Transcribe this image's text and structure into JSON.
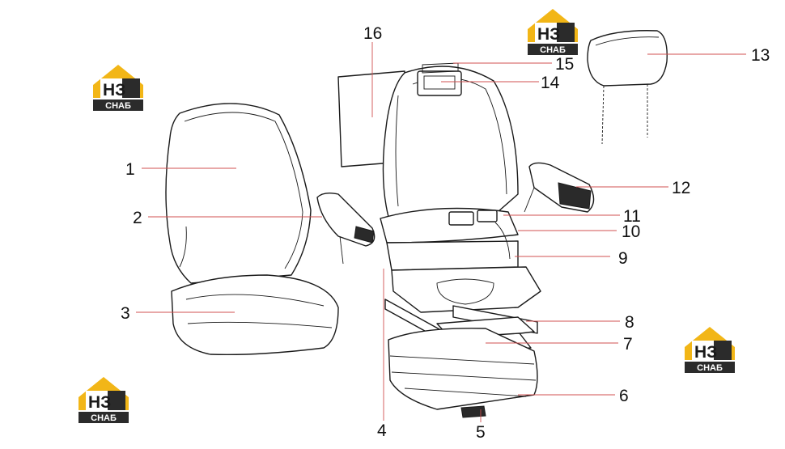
{
  "logos": [
    {
      "mark": "НЗ",
      "label": "СНАБ"
    },
    {
      "mark": "НЗ",
      "label": "СНАБ"
    },
    {
      "mark": "НЗ",
      "label": "СНАБ"
    },
    {
      "mark": "НЗ",
      "label": "СНАБ"
    }
  ],
  "callouts": [
    "1",
    "2",
    "3",
    "4",
    "5",
    "6",
    "7",
    "8",
    "9",
    "10",
    "11",
    "12",
    "13",
    "14",
    "15",
    "16"
  ],
  "colors": {
    "leader": "#d05050",
    "logo_yellow": "#f2b617",
    "logo_dark": "#2b2b2b",
    "line": "#1a1a1a"
  }
}
